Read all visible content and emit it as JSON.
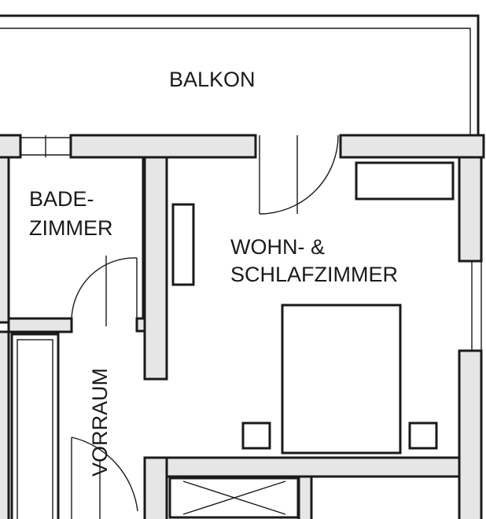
{
  "colors": {
    "wall_fill": "#e6e6e6",
    "line": "#1a1a1a",
    "background": "#ffffff"
  },
  "rooms": {
    "balkon": "BALKON",
    "bad_line1": "BADE-",
    "bad_line2": "ZIMMER",
    "wohn_line1": "WOHN- &",
    "wohn_line2": "SCHLAFZIMMER",
    "vorraum": "VORRAUM"
  }
}
